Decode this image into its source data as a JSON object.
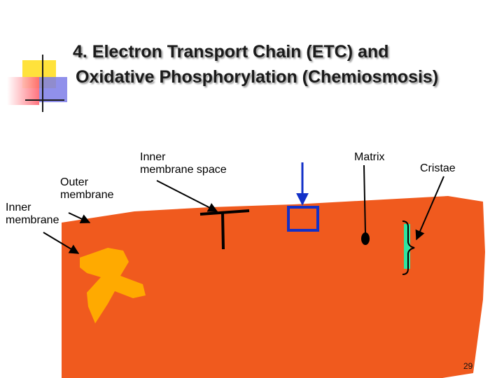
{
  "slide": {
    "title_line1": "4.  Electron Transport Chain (ETC) and",
    "title_line2": "Oxidative Phosphorylation (Chemiosmosis)",
    "page_number": "29"
  },
  "diagram": {
    "labels": {
      "outer_membrane": "Outer\nmembrane",
      "inner_membrane": "Inner\nmembrane",
      "intermembrane_space": "Inner\nmembrane space",
      "matrix": "Matrix",
      "cristae": "Cristae"
    },
    "colors": {
      "mitochondrion": "#F05A1E",
      "inner_shape": "#FFAA00",
      "box": "#1230C8",
      "cristae_bar": "#2EE5A0",
      "arrow": "#000000"
    }
  }
}
